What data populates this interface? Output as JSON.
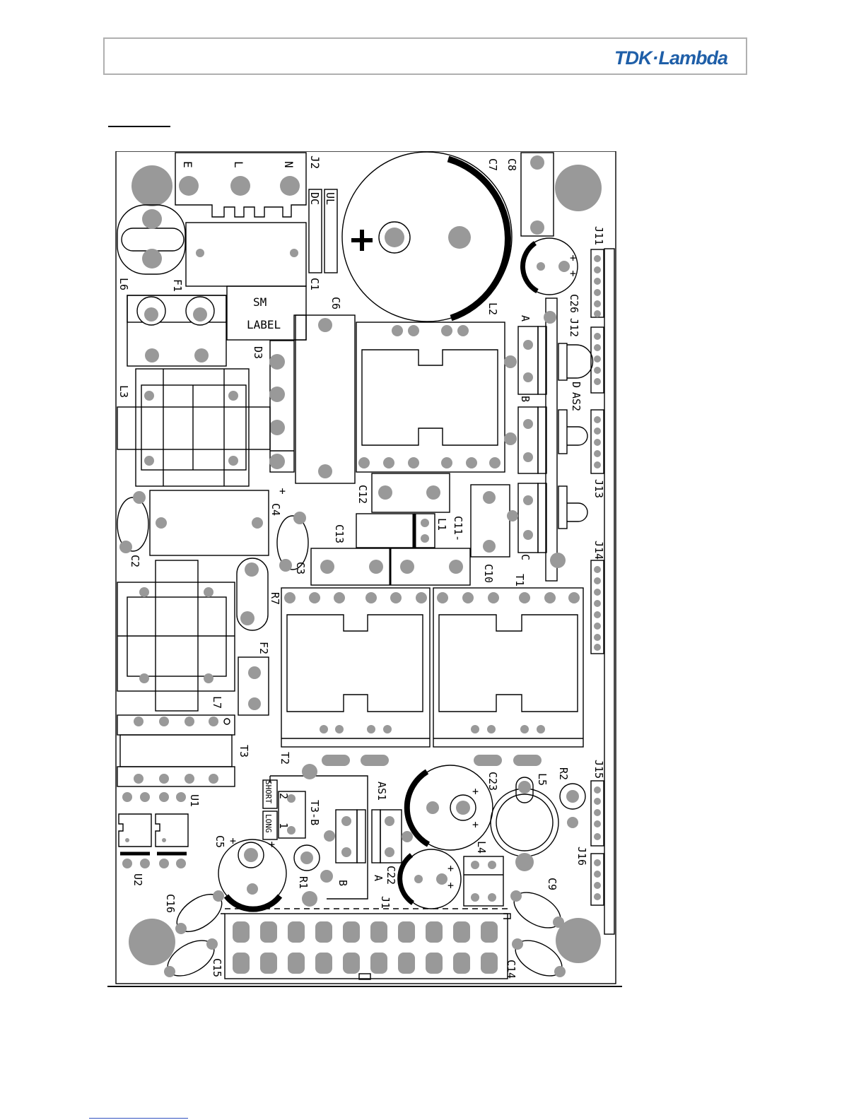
{
  "header": {
    "logo": {
      "text_part1": "TDK",
      "separator": "·",
      "text_part2": "Lambda",
      "color": "#1f5fa8"
    }
  },
  "diagram": {
    "labels": {
      "J2": "J2",
      "E": "E",
      "L": "L",
      "N": "N",
      "C8": "C8",
      "C7": "C7",
      "J11": "J11",
      "DC": "DC",
      "UL": "UL",
      "C1": "C1",
      "L6": "L6",
      "F1": "F1",
      "SM": "SM",
      "LABEL": "LABEL",
      "C6": "C6",
      "L2": "L2",
      "C26": "C26",
      "J12": "J12",
      "A_top": "A",
      "D3": "D3",
      "D": "D",
      "AS2": "AS2",
      "B_mid": "B",
      "L3": "L3",
      "J13": "J13",
      "C12": "C12",
      "C4": "C4",
      "C11": "C11-",
      "L1": "L1",
      "C13": "C13",
      "C2": "C2",
      "C3": "C3",
      "C_mid": "C",
      "J14": "J14",
      "C10": "C10",
      "T1": "T1",
      "R7": "R7",
      "F2": "F2",
      "L7": "L7",
      "T3": "T3",
      "T2": "T2",
      "J15": "J15",
      "AS1": "AS1",
      "C23": "C23",
      "L5": "L5",
      "R2": "R2",
      "SHORT": "SHORT",
      "LONG": "LONG",
      "N2": "2",
      "N1": "1",
      "T3B": "T3-B",
      "U1": "U1",
      "C5": "C5",
      "R1": "R1",
      "B_low": "B",
      "A_low": "A",
      "C22": "C22",
      "L4": "L4",
      "J16": "J16",
      "C9": "C9",
      "U2": "U2",
      "J1": "J1",
      "C16": "C16",
      "C15": "C15",
      "C14": "C14",
      "plus": "+"
    }
  }
}
